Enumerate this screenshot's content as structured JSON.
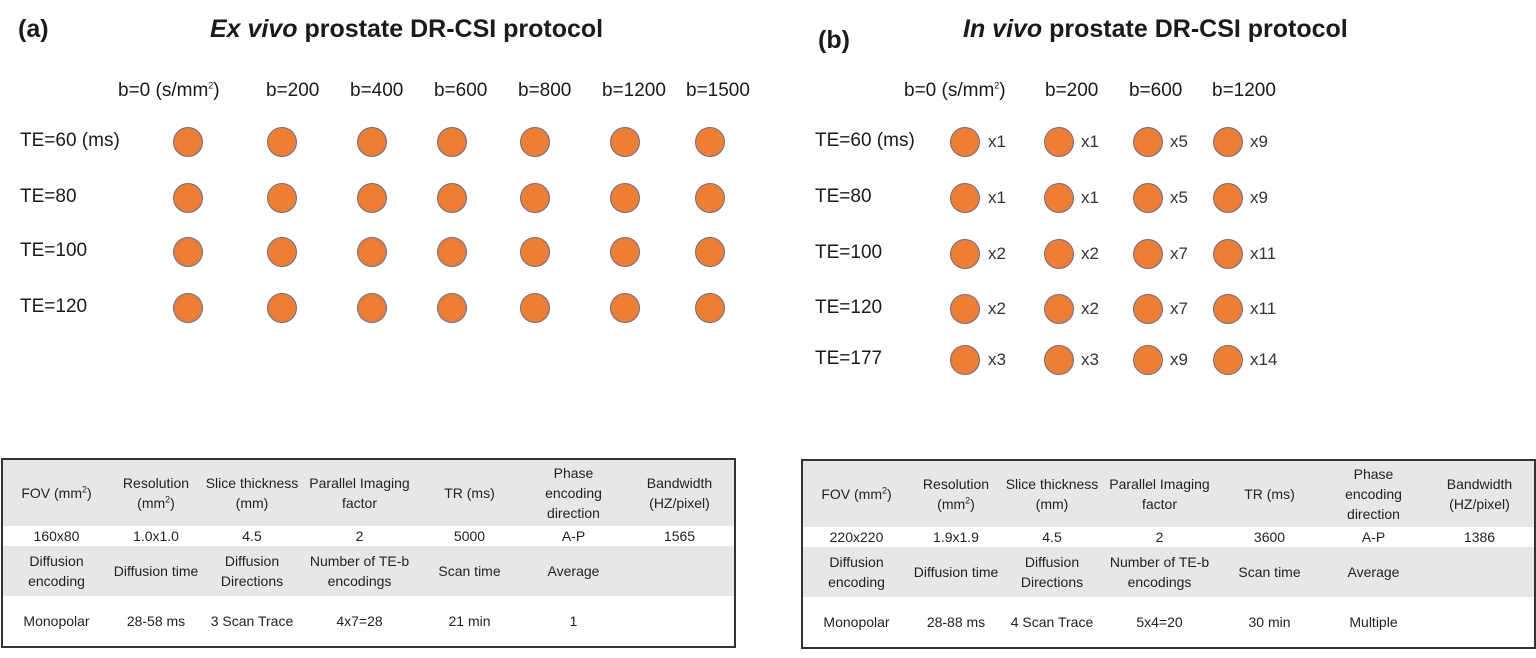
{
  "panel_a": {
    "label": "(a)",
    "title_italic": "Ex vivo",
    "title_rest": " prostate DR-CSI protocol",
    "b_values": [
      "b=0 (s/mm²)",
      "b=200",
      "b=400",
      "b=600",
      "b=800",
      "b=1200",
      "b=1500"
    ],
    "te_values": [
      "TE=60 (ms)",
      "TE=80",
      "TE=100",
      "TE=120"
    ],
    "table": {
      "rows": [
        [
          "FOV (mm²)",
          "Resolution (mm²)",
          "Slice thickness (mm)",
          "Parallel Imaging factor",
          "TR (ms)",
          "Phase encoding direction",
          "Bandwidth (HZ/pixel)"
        ],
        [
          "160x80",
          "1.0x1.0",
          "4.5",
          "2",
          "5000",
          "A-P",
          "1565"
        ],
        [
          "Diffusion encoding",
          "Diffusion time",
          "Diffusion Directions",
          "Number of TE-b encodings",
          "Scan time",
          "Average",
          ""
        ],
        [
          "Monopolar",
          "28-58 ms",
          "3 Scan Trace",
          "4x7=28",
          "21 min",
          "1",
          ""
        ]
      ]
    }
  },
  "panel_b": {
    "label": "(b)",
    "title_italic": "In vivo",
    "title_rest": " prostate DR-CSI protocol",
    "b_values": [
      "b=0 (s/mm²)",
      "b=200",
      "b=600",
      "b=1200"
    ],
    "te_values": [
      "TE=60 (ms)",
      "TE=80",
      "TE=100",
      "TE=120",
      "TE=177"
    ],
    "multipliers": [
      [
        "x1",
        "x1",
        "x5",
        "x9"
      ],
      [
        "x1",
        "x1",
        "x5",
        "x9"
      ],
      [
        "x2",
        "x2",
        "x7",
        "x11"
      ],
      [
        "x2",
        "x2",
        "x7",
        "x11"
      ],
      [
        "x3",
        "x3",
        "x9",
        "x14"
      ]
    ],
    "table": {
      "rows": [
        [
          "FOV (mm²)",
          "Resolution (mm²)",
          "Slice thickness (mm)",
          "Parallel Imaging factor",
          "TR (ms)",
          "Phase encoding direction",
          "Bandwidth (HZ/pixel)"
        ],
        [
          "220x220",
          "1.9x1.9",
          "4.5",
          "2",
          "3600",
          "A-P",
          "1386"
        ],
        [
          "Diffusion encoding",
          "Diffusion time",
          "Diffusion Directions",
          "Number of TE-b encodings",
          "Scan time",
          "Average",
          ""
        ],
        [
          "Monopolar",
          "28-88 ms",
          "4 Scan Trace",
          "5x4=20",
          "30 min",
          "Multiple",
          ""
        ]
      ]
    }
  },
  "colors": {
    "dot_fill": "#ee7e32",
    "dot_border": "#6d6a8f",
    "shade": "#e7e7e7"
  }
}
